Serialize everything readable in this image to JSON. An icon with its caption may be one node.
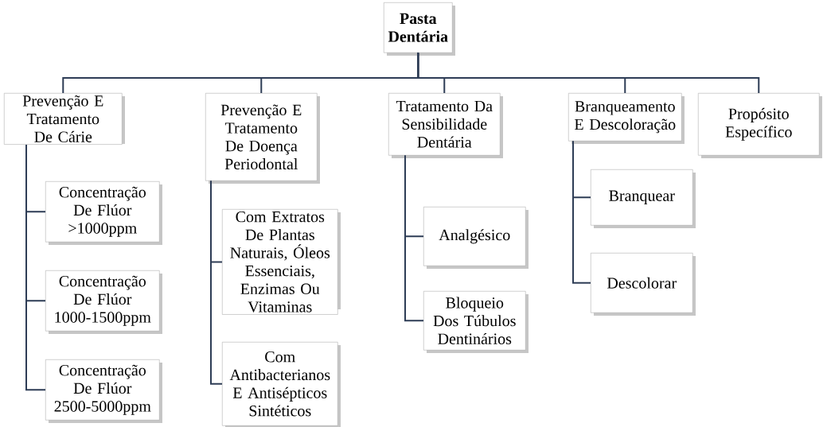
{
  "diagram": {
    "nodes": [
      {
        "text": [
          "Pasta Dentária"
        ]
      },
      {
        "text": [
          "Prevenção E Tratamento De Cárie"
        ]
      },
      {
        "text": [
          "Prevenção E Tratamento De Doença Periodontal"
        ]
      },
      {
        "text": [
          "Tratamento Da Sensibilidade Dentária"
        ]
      },
      {
        "text": [
          "Branqueamento E Descoloração"
        ]
      },
      {
        "text": [
          "Propósito Específico"
        ]
      },
      {
        "text": [
          "Concentração De Flúor >1000ppm"
        ]
      },
      {
        "text": [
          "Concentração De Flúor 1000-1500ppm"
        ]
      },
      {
        "text": [
          "Concentração De Flúor 2500-5000ppm"
        ]
      },
      {
        "text": [
          "Com Extratos De Plantas Naturais, Óleos Essenciais, Enzimas Ou Vitaminas"
        ]
      },
      {
        "text": [
          "Com Antibacterianos E Antisépticos Sintéticos"
        ]
      },
      {
        "text": [
          "Analgésico"
        ]
      },
      {
        "text": [
          "Bloqueio Dos Túbulos Dentinários"
        ]
      },
      {
        "text": [
          "Branquear"
        ]
      },
      {
        "text": [
          "Descolorar"
        ]
      }
    ],
    "edges": [
      {
        "from": 0,
        "to": 1,
        "arrow": "none"
      },
      {
        "from": 0,
        "to": 2,
        "arrow": "none"
      },
      {
        "from": 0,
        "to": 3,
        "arrow": "none"
      },
      {
        "from": 0,
        "to": 4,
        "arrow": "none"
      },
      {
        "from": 0,
        "to": 5,
        "arrow": "none"
      },
      {
        "from": 1,
        "to": 6,
        "arrow": "none"
      },
      {
        "from": 1,
        "to": 7,
        "arrow": "none"
      },
      {
        "from": 1,
        "to": 8,
        "arrow": "none"
      },
      {
        "from": 2,
        "to": 9,
        "arrow": "none"
      },
      {
        "from": 2,
        "to": 10,
        "arrow": "none"
      },
      {
        "from": 3,
        "to": 11,
        "arrow": "none"
      },
      {
        "from": 3,
        "to": 12,
        "arrow": "none"
      },
      {
        "from": 4,
        "to": 13,
        "arrow": "none"
      },
      {
        "from": 4,
        "to": 14,
        "arrow": "none"
      }
    ]
  }
}
